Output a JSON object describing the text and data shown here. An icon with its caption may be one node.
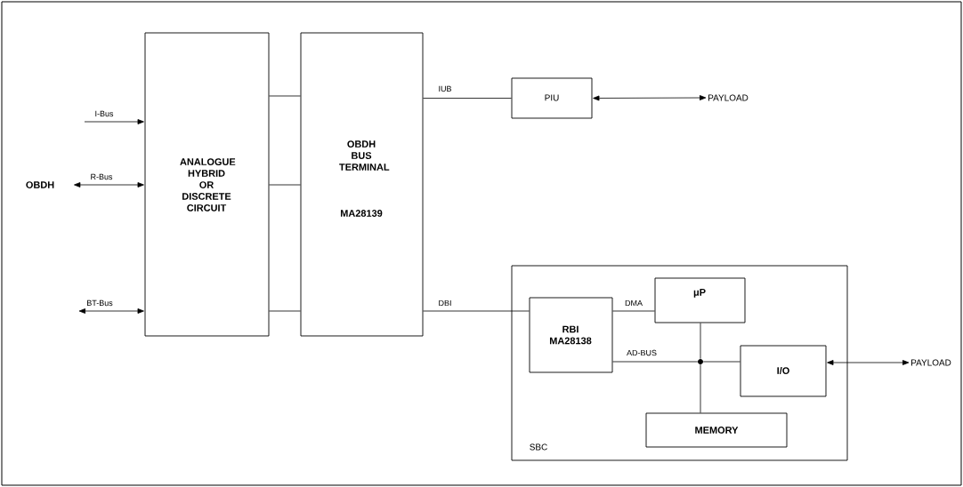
{
  "diagram": {
    "nodes": [
      {
        "text": [
          "OBDH"
        ]
      },
      {
        "text": [
          "ANALOGUE HYBRID OR DISCRETE CIRCUIT"
        ]
      },
      {
        "text": [
          "OBDH BUS TERMINAL",
          "MA28139"
        ]
      },
      {
        "text": [
          "PIU"
        ]
      },
      {
        "text": [
          "PAYLOAD"
        ]
      },
      {
        "text": [
          "SBC"
        ]
      },
      {
        "text": [
          "RBI MA28138"
        ],
        "in": 5
      },
      {
        "text": [
          "μP"
        ],
        "in": 5
      },
      {
        "text": [
          "I/O"
        ],
        "in": 5
      },
      {
        "text": [
          "MEMORY"
        ],
        "in": 5
      },
      {
        "text": [
          "PAYLOAD"
        ]
      },
      {
        "text": [],
        "shape": "circle",
        "in": 5
      }
    ],
    "edges": [
      {
        "from": null,
        "to": 1,
        "arrow": "to",
        "label": "I-Bus"
      },
      {
        "from": 0,
        "to": 1,
        "arrow": "both",
        "label": "R-Bus"
      },
      {
        "from": null,
        "to": 1,
        "arrow": "both",
        "label": "BT-Bus"
      },
      {
        "from": 1,
        "to": 2,
        "arrow": "none"
      },
      {
        "from": 1,
        "to": 2,
        "arrow": "none"
      },
      {
        "from": 1,
        "to": 2,
        "arrow": "none"
      },
      {
        "from": 2,
        "to": 3,
        "arrow": "none",
        "label": "IUB"
      },
      {
        "from": 3,
        "to": 4,
        "arrow": "both"
      },
      {
        "from": 2,
        "to": 6,
        "arrow": "none",
        "label": "DBI"
      },
      {
        "from": 6,
        "to": 7,
        "arrow": "none",
        "label": "DMA"
      },
      {
        "from": 6,
        "to": 11,
        "arrow": "none",
        "label": "AD-BUS"
      },
      {
        "from": 7,
        "to": 11,
        "arrow": "none"
      },
      {
        "from": 11,
        "to": 8,
        "arrow": "none"
      },
      {
        "from": 11,
        "to": 9,
        "arrow": "none"
      },
      {
        "from": 8,
        "to": 10,
        "arrow": "both"
      }
    ]
  }
}
